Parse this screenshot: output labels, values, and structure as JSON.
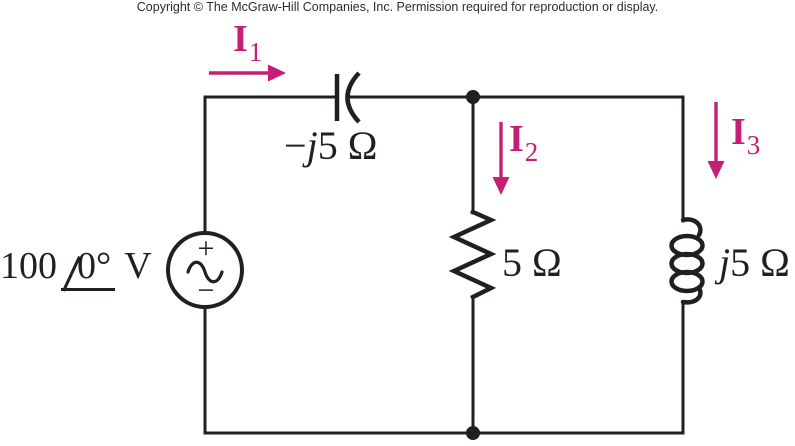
{
  "copyright": "Copyright © The McGraw-Hill Companies, Inc. Permission required for reproduction or display.",
  "source": {
    "magnitude": "100",
    "angle": "0°",
    "unit": "V",
    "plus": "+",
    "minus": "−"
  },
  "currents": {
    "i1": {
      "symbol": "I",
      "subscript": "1"
    },
    "i2": {
      "symbol": "I",
      "subscript": "2"
    },
    "i3": {
      "symbol": "I",
      "subscript": "3"
    }
  },
  "components": {
    "capacitor": {
      "sign": "−",
      "imaginary_unit": "j",
      "value": "5 Ω"
    },
    "resistor": {
      "value": "5 Ω"
    },
    "inductor": {
      "imaginary_unit": "j",
      "value": "5 Ω"
    }
  },
  "icons": {
    "ac_source": "sine-wave-icon",
    "i1_arrow": "arrow-right-icon",
    "i2_arrow": "arrow-down-icon",
    "i3_arrow": "arrow-down-icon"
  },
  "colors": {
    "wire": "#231f20",
    "current": "#c41f74",
    "background": "#ffffff"
  }
}
